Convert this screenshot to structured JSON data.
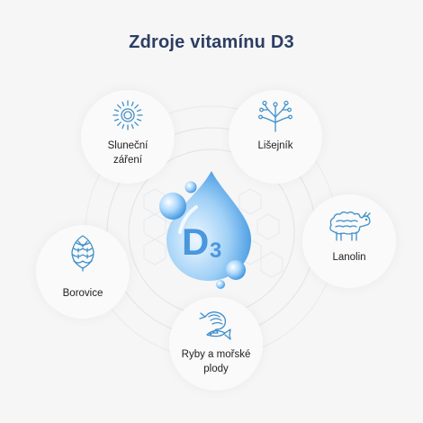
{
  "title": "Zdroje vitamínu D3",
  "center": {
    "main": "D",
    "sub": "3"
  },
  "sources": [
    {
      "label": "Sluneční\nzáření",
      "icon": "sun-icon"
    },
    {
      "label": "Lišejník",
      "icon": "lichen-icon"
    },
    {
      "label": "Lanolin",
      "icon": "sheep-icon"
    },
    {
      "label": "Ryby a mořské\nplody",
      "icon": "shrimp-fish-icon"
    },
    {
      "label": "Borovice",
      "icon": "pinecone-icon"
    }
  ],
  "colors": {
    "title": "#2c3e63",
    "icon": "#3f8fc9",
    "drop_light": "#d7ecfb",
    "drop_dark": "#4aa3e6",
    "background": "#f6f6f6"
  }
}
